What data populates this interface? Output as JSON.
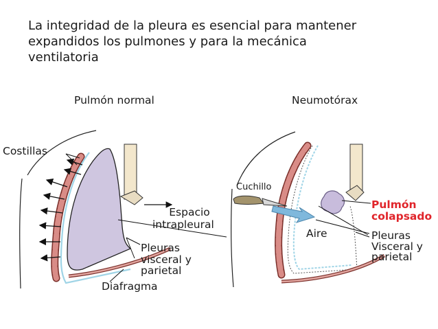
{
  "title": {
    "line1": "La integridad de la pleura es esencial para mantener",
    "line2": "expandidos los pulmones y para la mecánica",
    "line3": "ventilatoria"
  },
  "left": {
    "heading": "Pulmón normal",
    "ribs_label": "Costillas",
    "space_label_1": "Espacio",
    "space_label_2": "intrapleural",
    "pleura_label_1": "Pleuras",
    "pleura_label_2": "visceral y",
    "pleura_label_3": "parietal",
    "diaphragm_label": "Diafragma"
  },
  "right": {
    "heading": "Neumotórax",
    "knife_label": "Cuchillo",
    "air_label": "Aire",
    "collapsed_label_1": "Pulmón",
    "collapsed_label_2": "colapsado",
    "pleura_label_1": "Pleuras",
    "pleura_label_2": "Visceral y",
    "pleura_label_3": "parietal"
  },
  "colors": {
    "lung_fill": "#cfc6e0",
    "collapsed_lung_fill": "#c8bcdc",
    "rib_fill": "#d98c87",
    "pleura_line": "#9fd4e6",
    "air_arrow": "#7fb8dc",
    "accent_red": "#e0242a"
  }
}
